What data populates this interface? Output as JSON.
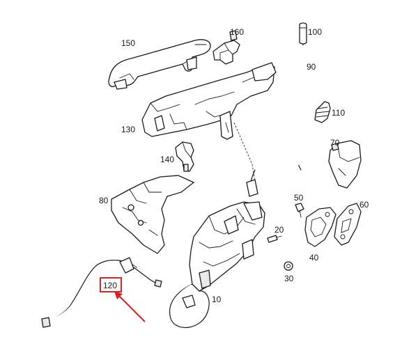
{
  "diagram": {
    "labels": {
      "p10": "10",
      "p20": "20",
      "p30": "30",
      "p40": "40",
      "p50": "50",
      "p60": "60",
      "p70": "70",
      "p80": "80",
      "p90": "90",
      "p100": "100",
      "p110": "110",
      "p120": "120",
      "p130": "130",
      "p140": "140",
      "p150": "150",
      "p160": "160"
    },
    "highlight": {
      "part": "120",
      "color": "#e02020"
    }
  }
}
